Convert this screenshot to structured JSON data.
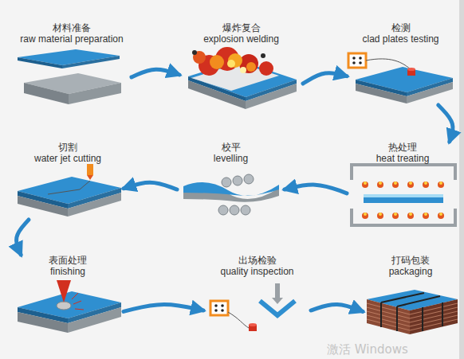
{
  "diagram": {
    "nodes": [
      {
        "text": [
          "材料准备",
          "raw material preparation"
        ]
      },
      {
        "text": [
          "爆炸复合",
          "explosion welding"
        ]
      },
      {
        "text": [
          "检测",
          "clad plates testing"
        ]
      },
      {
        "text": [
          "热处理",
          "heat treating"
        ]
      },
      {
        "text": [
          "校平",
          "levelling"
        ]
      },
      {
        "text": [
          "切割",
          "water jet cutting"
        ]
      },
      {
        "text": [
          "表面处理",
          "finishing"
        ]
      },
      {
        "text": [
          "出场检验",
          "quality inspection"
        ]
      },
      {
        "text": [
          "打码包装",
          "packaging"
        ]
      }
    ],
    "edges": [
      {
        "from": 0,
        "to": 1,
        "arrow": "to"
      },
      {
        "from": 1,
        "to": 2,
        "arrow": "to"
      },
      {
        "from": 2,
        "to": 3,
        "arrow": "to"
      },
      {
        "from": 3,
        "to": 4,
        "arrow": "to"
      },
      {
        "from": 4,
        "to": 5,
        "arrow": "to"
      },
      {
        "from": 5,
        "to": 6,
        "arrow": "to"
      },
      {
        "from": 6,
        "to": 7,
        "arrow": "to"
      },
      {
        "from": 7,
        "to": 8,
        "arrow": "to"
      }
    ],
    "labels": [
      "激活 Windows"
    ]
  }
}
